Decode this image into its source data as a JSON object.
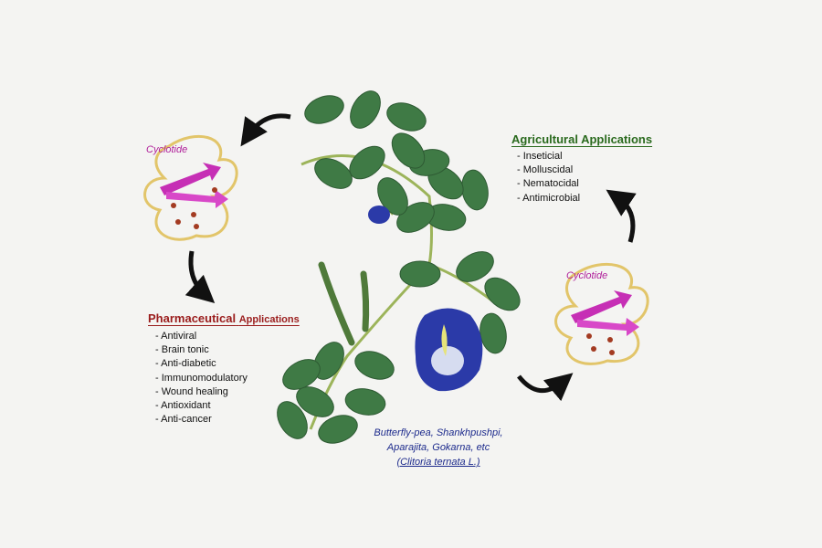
{
  "left_cyclotide": {
    "label": "Cyclotide"
  },
  "right_cyclotide": {
    "label": "Cyclotide"
  },
  "pharmaceutical": {
    "title_main": "Pharmaceutical",
    "title_sub": "Applications",
    "items": [
      "Antiviral",
      "Brain tonic",
      "Anti-diabetic",
      "Immunomodulatory",
      "Wound healing",
      "Antioxidant",
      "Anti-cancer"
    ]
  },
  "agricultural": {
    "title": "Agricultural Applications",
    "items": [
      "Inseticial",
      "Molluscidal",
      "Nematocidal",
      "Antimicrobial"
    ]
  },
  "caption": {
    "line1": "Butterfly-pea, Shankhpushpi,",
    "line2": "Aparajita, Gokarna, etc",
    "line3": "(Clitoria ternata L.)"
  },
  "colors": {
    "background": "#f4f4f2",
    "leaf": "#3f7a45",
    "flower": "#2b3aa8",
    "pharma_title": "#9a1c1c",
    "agri_title": "#2a6a1e",
    "cyclotide_label": "#b0209a",
    "caption": "#1c2a8c"
  }
}
